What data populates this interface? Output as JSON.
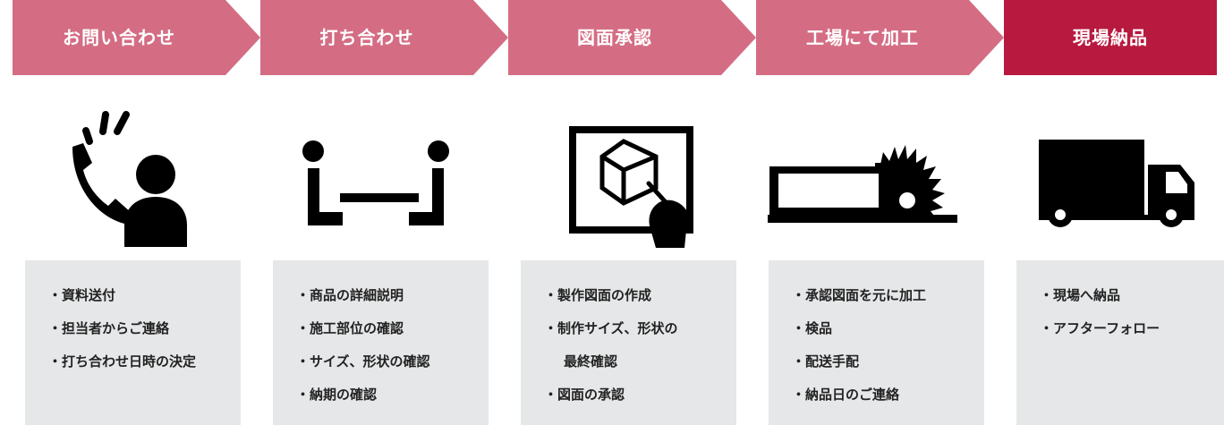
{
  "colors": {
    "step_fill": "#d46d84",
    "step_fill_active": "#b8193f",
    "icon": "#000000",
    "description_bg": "#e6e7e8"
  },
  "steps": [
    {
      "label": "お問い合わせ",
      "icon": "phone-call-icon",
      "items": [
        "・資料送付",
        "・担当者からご連絡",
        "・打ち合わせ日時の決定"
      ]
    },
    {
      "label": "打ち合わせ",
      "icon": "meeting-icon",
      "items": [
        "・商品の詳細説明",
        "・施工部位の確認",
        "・サイズ、形状の確認",
        "・納期の確認"
      ]
    },
    {
      "label": "図面承認",
      "icon": "drawing-approval-icon",
      "items": [
        "・製作図面の作成",
        "・制作サイズ、形状の",
        "最終確認",
        "・図面の承認"
      ]
    },
    {
      "label": "工場にて加工",
      "icon": "saw-machine-icon",
      "items": [
        "・承認図面を元に加工",
        "・検品",
        "・配送手配",
        "・納品日のご連絡"
      ]
    },
    {
      "label": "現場納品",
      "icon": "delivery-truck-icon",
      "items": [
        "・現場へ納品",
        "・アフターフォロー"
      ]
    }
  ]
}
